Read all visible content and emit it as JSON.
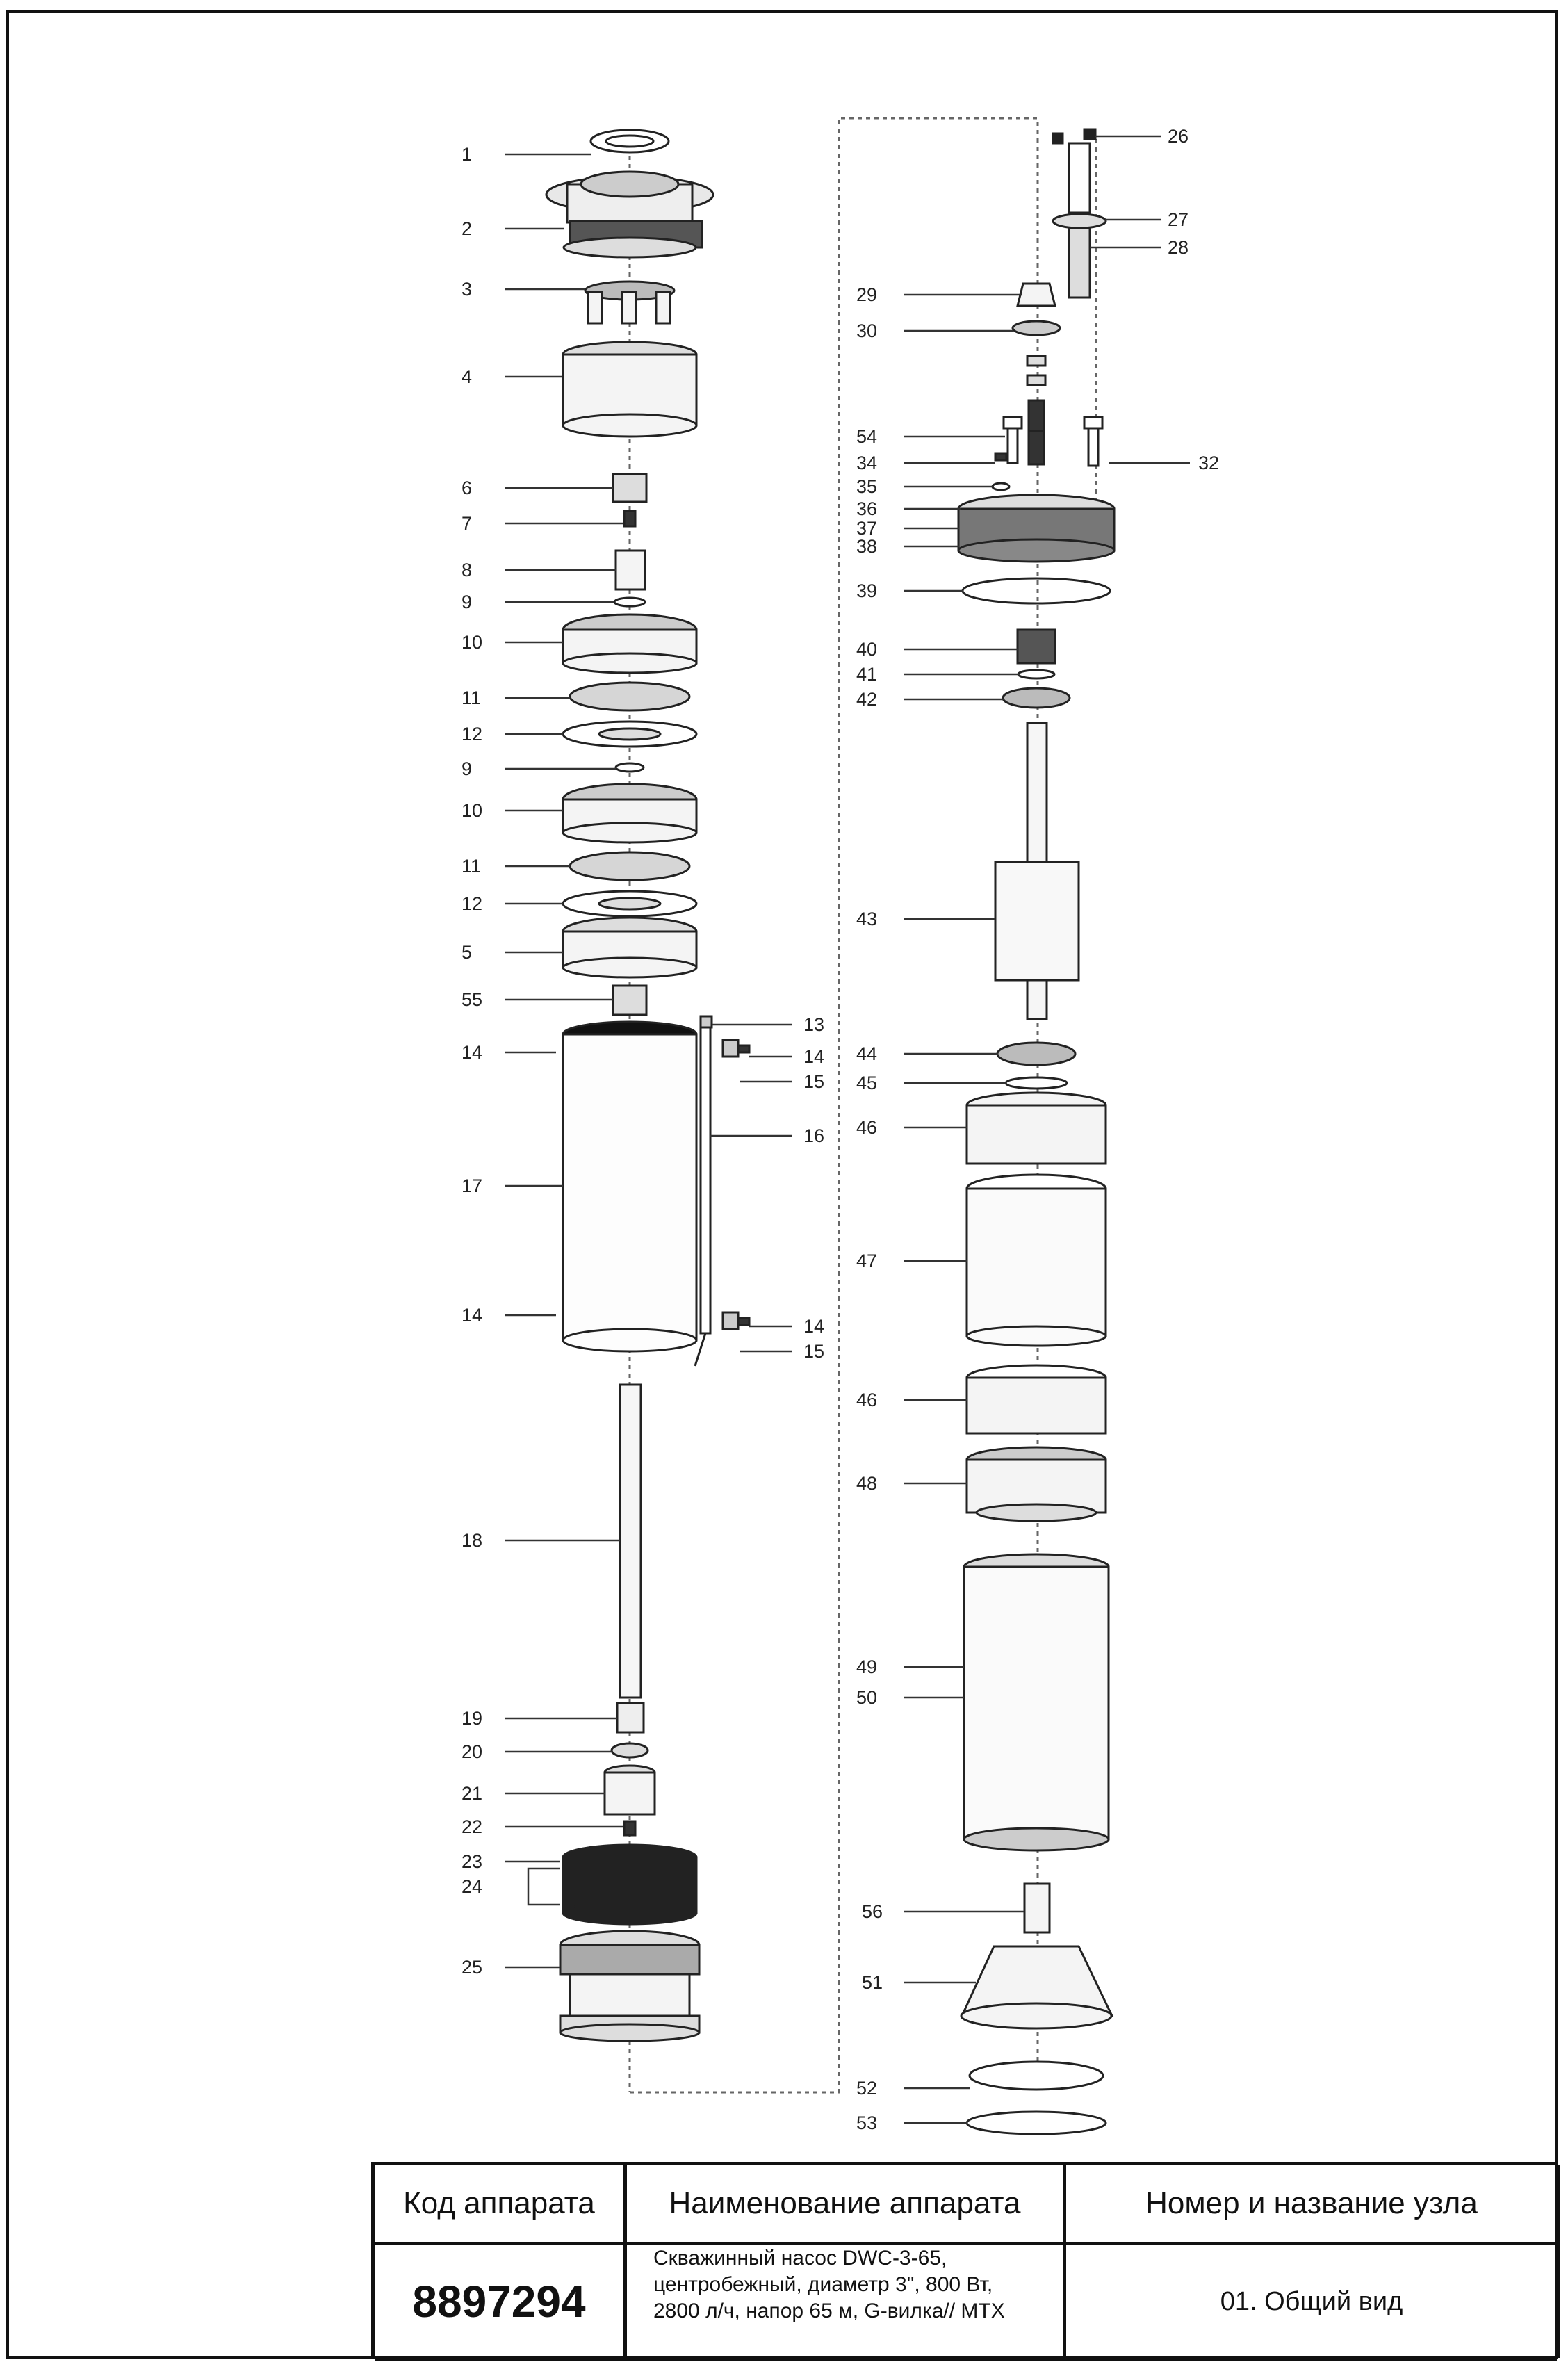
{
  "callouts_left": [
    "1",
    "2",
    "3",
    "4",
    "6",
    "7",
    "8",
    "9",
    "10",
    "11",
    "12",
    "9",
    "10",
    "11",
    "12",
    "5",
    "55",
    "14",
    "17",
    "14",
    "18",
    "19",
    "20",
    "21",
    "22",
    "23",
    "24",
    "25"
  ],
  "callouts_mid": [
    "13",
    "14",
    "15",
    "16",
    "14",
    "15"
  ],
  "callouts_right": [
    "26",
    "27",
    "28",
    "29",
    "30",
    "54",
    "34",
    "32",
    "35",
    "36",
    "37",
    "38",
    "39",
    "40",
    "41",
    "42",
    "43",
    "44",
    "45",
    "46",
    "47",
    "46",
    "48",
    "49",
    "50",
    "56",
    "51",
    "52",
    "53"
  ],
  "title_block": {
    "header_code": "Код аппарата",
    "header_name": "Наименование аппарата",
    "header_unit": "Номер и название узла",
    "code": "8897294",
    "name_line1": "Скважинный насос DWC-3-65,",
    "name_line2": "центробежный, диаметр 3\", 800 Вт,",
    "name_line3": "2800 л/ч, напор 65 м, G-вилка// MTX",
    "unit": "01. Общий вид"
  }
}
